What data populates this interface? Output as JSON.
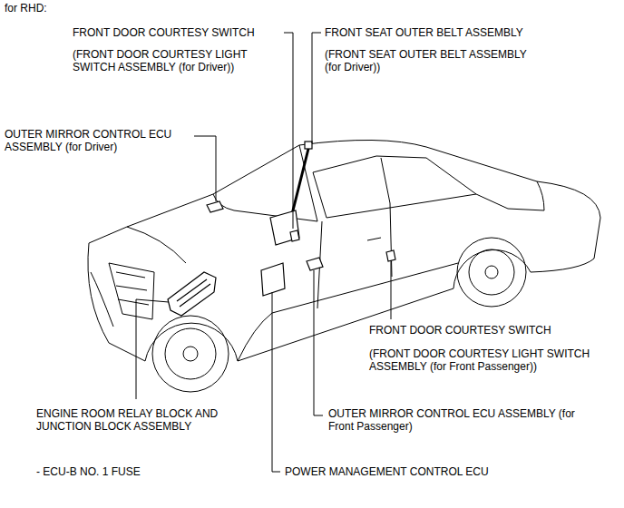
{
  "diagram": {
    "labels": [
      "for RHD:",
      "FRONT DOOR COURTESY SWITCH",
      "(FRONT DOOR COURTESY LIGHT SWITCH ASSEMBLY (for Driver))",
      "FRONT SEAT OUTER BELT ASSEMBLY",
      "(FRONT SEAT OUTER BELT ASSEMBLY (for Driver))",
      "OUTER MIRROR CONTROL ECU ASSEMBLY (for Driver)",
      "FRONT DOOR COURTESY SWITCH",
      "(FRONT DOOR COURTESY LIGHT SWITCH ASSEMBLY (for Front Passenger))",
      "ENGINE ROOM RELAY BLOCK AND JUNCTION BLOCK ASSEMBLY",
      "OUTER MIRROR CONTROL ECU ASSEMBLY (for Front Passenger)",
      "- ECU-B NO. 1 FUSE",
      "POWER MANAGEMENT CONTROL ECU"
    ]
  }
}
